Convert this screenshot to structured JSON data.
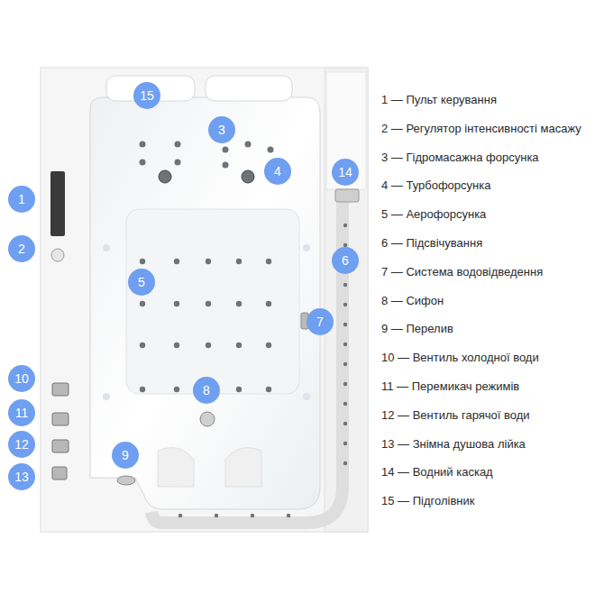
{
  "diagram": {
    "nodes": [
      {
        "text": [
          "15"
        ]
      },
      {
        "text": [
          "3"
        ]
      },
      {
        "text": [
          "4"
        ]
      },
      {
        "text": [
          "14"
        ]
      },
      {
        "text": [
          "1"
        ]
      },
      {
        "text": [
          "2"
        ]
      },
      {
        "text": [
          "6"
        ]
      },
      {
        "text": [
          "5"
        ]
      },
      {
        "text": [
          "7"
        ]
      },
      {
        "text": [
          "10"
        ]
      },
      {
        "text": [
          "8"
        ]
      },
      {
        "text": [
          "11"
        ]
      },
      {
        "text": [
          "12"
        ]
      },
      {
        "text": [
          "9"
        ]
      },
      {
        "text": [
          "13"
        ]
      }
    ],
    "labels": [
      "1 — Пульт керування",
      "2 — Регулятор інтенсивності масажу",
      "3 — Гідромасажна форсунка",
      "4 — Турбофорсунка",
      "5 — Аерофорсунка",
      "6 — Підсвічування",
      "7 — Система водовідведення",
      "8 — Сифон",
      "9 — Перелив",
      "10 — Вентиль холодної води",
      "11 — Перемикач режимів",
      "12 — Вентиль гарячої води",
      "13 — Знімна  душова лійка",
      "14 — Водний каскад",
      "15 — Підголівник"
    ]
  }
}
